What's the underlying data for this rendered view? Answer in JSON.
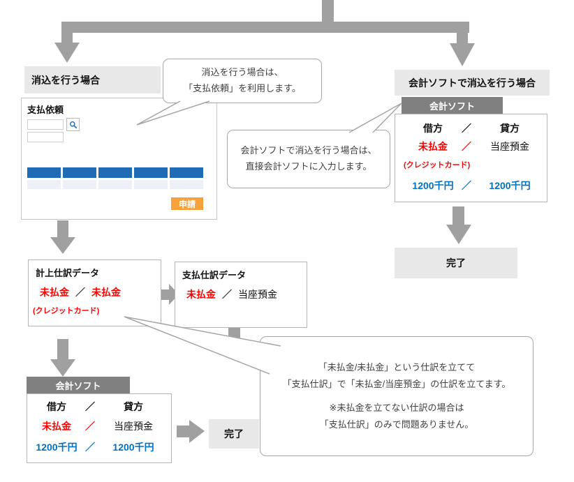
{
  "ui": {
    "slash": "／"
  },
  "left_flow": {
    "case_header": "消込を行う場合",
    "payment_request": {
      "title": "支払依頼",
      "submit_label": "申請"
    },
    "journal_entry": {
      "title": "計上仕訳データ",
      "debit": "未払金",
      "credit": "未払金",
      "note": "(クレジットカード)"
    },
    "payment_journal": {
      "title": "支払仕訳データ",
      "debit": "未払金",
      "credit": "当座預金"
    },
    "accounting": {
      "header": "会計ソフト",
      "col_debit": "借方",
      "col_credit": "貸方",
      "row_debit": "未払金",
      "row_credit": "当座預金",
      "amount_debit": "1200千円",
      "amount_credit": "1200千円"
    },
    "done": "完了"
  },
  "right_flow": {
    "case_header": "会計ソフトで消込を行う場合",
    "accounting": {
      "header": "会計ソフト",
      "col_debit": "借方",
      "col_credit": "貸方",
      "row_debit": "未払金",
      "row_credit": "当座預金",
      "note": "(クレジットカード)",
      "amount_debit": "1200千円",
      "amount_credit": "1200千円"
    },
    "done": "完了"
  },
  "callouts": {
    "payment_request": {
      "line1": "消込を行う場合は、",
      "line2": "「支払依頼」を利用します。"
    },
    "accounting_soft": {
      "line1": "会計ソフトで消込を行う場合は、",
      "line2": "直接会計ソフトに入力します。"
    },
    "journal_note": {
      "line1": "「未払金/未払金」という仕訳を立てて",
      "line2": "「支払仕訳」で「未払金/当座預金」の仕訳を立てます。",
      "line3": "※未払金を立てない仕訳の場合は",
      "line4": "「支払仕訳」のみで問題ありません。"
    }
  },
  "colors": {
    "red": "#ff0000",
    "blue": "#0070c0",
    "arrow_gray": "#a0a0a0",
    "bar_gray": "#808080",
    "panel_gray": "#e8e8e8",
    "table_header_blue": "#1f6cb4",
    "submit_orange": "#f9a23c"
  }
}
